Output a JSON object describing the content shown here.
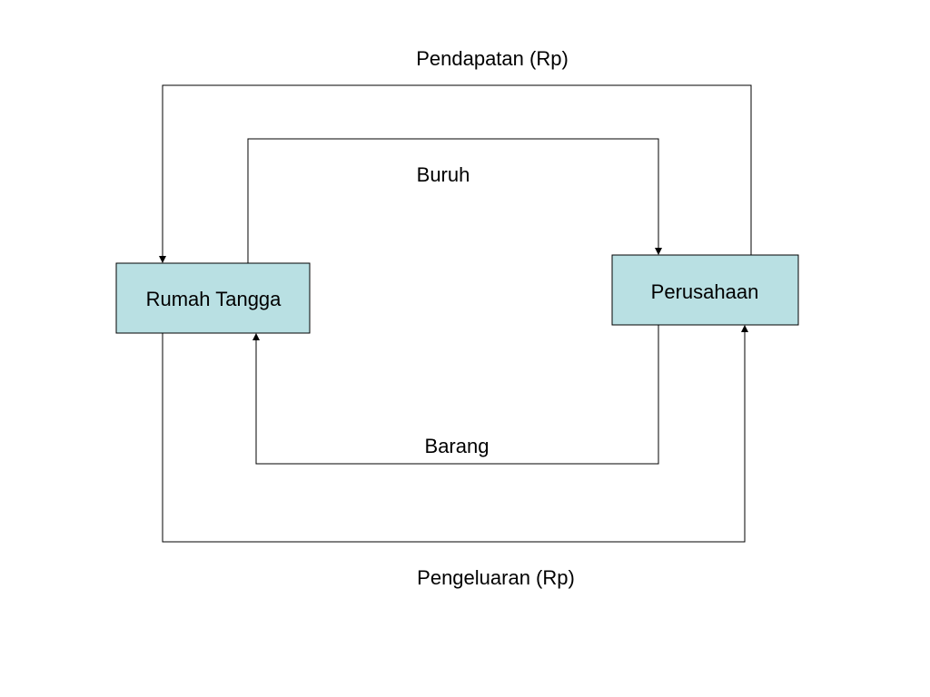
{
  "colors": {
    "node_fill": "#b9e0e3",
    "line": "#000000",
    "background": "#ffffff"
  },
  "nodes": {
    "household": {
      "label": "Rumah Tangga"
    },
    "firm": {
      "label": "Perusahaan"
    }
  },
  "flows": {
    "income": {
      "label": "Pendapatan (Rp)",
      "from": "Perusahaan",
      "to": "Rumah Tangga"
    },
    "labor": {
      "label": "Buruh",
      "from": "Rumah Tangga",
      "to": "Perusahaan"
    },
    "goods": {
      "label": "Barang",
      "from": "Perusahaan",
      "to": "Rumah Tangga"
    },
    "spending": {
      "label": "Pengeluaran (Rp)",
      "from": "Rumah Tangga",
      "to": "Perusahaan"
    }
  }
}
